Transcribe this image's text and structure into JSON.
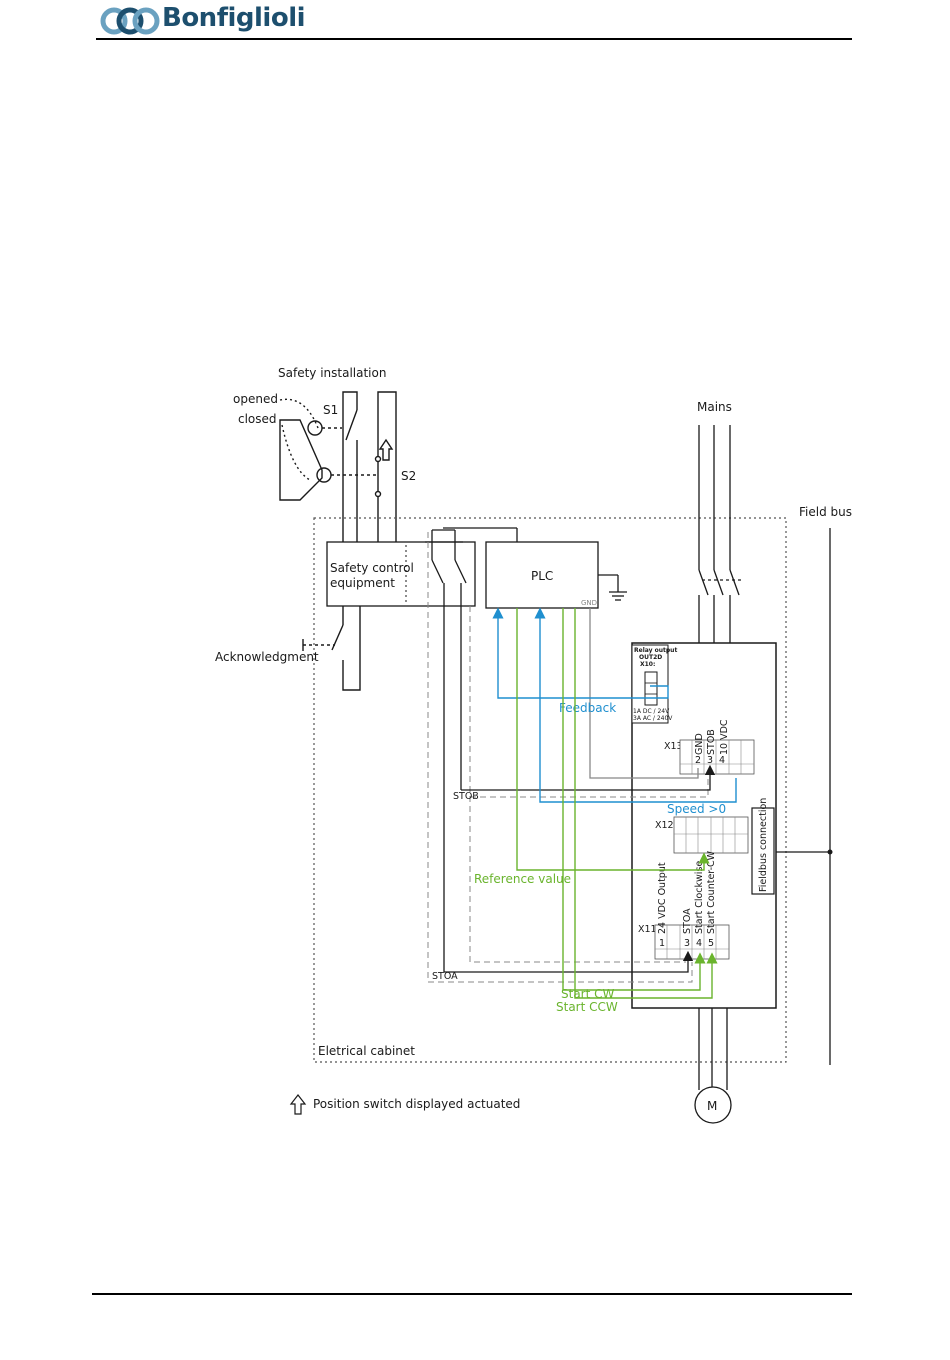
{
  "header": {
    "brand": "Bonfiglioli"
  },
  "diagram": {
    "safety_installation": "Safety installation",
    "opened": "opened",
    "closed": "closed",
    "s1": "S1",
    "s2": "S2",
    "mains": "Mains",
    "field_bus": "Field bus",
    "safety_control_equipment": "Safety control equipment",
    "plc": "PLC",
    "gnd": "GND",
    "acknowledgment": "Acknowledgment",
    "relay_output": "Relay output",
    "relay_out": "OUT2D",
    "relay_x10": "X10:",
    "relay_rating1": "1A DC / 24V",
    "relay_rating2": "3A AC / 240V",
    "feedback": "Feedback",
    "x13": "X13",
    "x13_gnd": "GND",
    "x13_stob": "STOB",
    "x13_10vdc": "10 VDC",
    "x13_num2": "2",
    "x13_num3": "3",
    "x13_num4": "4",
    "stob": "STOB",
    "speed": "Speed >0",
    "x12": "X12",
    "fieldbus_connection": "Fieldbus connection",
    "reference_value": "Reference value",
    "x11": "X11",
    "x11_24vdc": "24 VDC Output",
    "x11_stoa": "STOA",
    "x11_start_cw": "Start Clockwise",
    "x11_start_ccw": "Start Counter-CW",
    "x11_num1": "1",
    "x11_num3": "3",
    "x11_num4": "4",
    "x11_num5": "5",
    "stoa": "STOA",
    "start_cw": "Start CW",
    "start_ccw": "Start CCW",
    "electrical_cabinet": "Eletrical cabinet",
    "motor": "M",
    "legend_text": "Position switch displayed actuated"
  },
  "colors": {
    "feedback_blue": "#1f8fcf",
    "reference_green": "#6ab42d",
    "brand_blue": "#1d4f6e"
  }
}
